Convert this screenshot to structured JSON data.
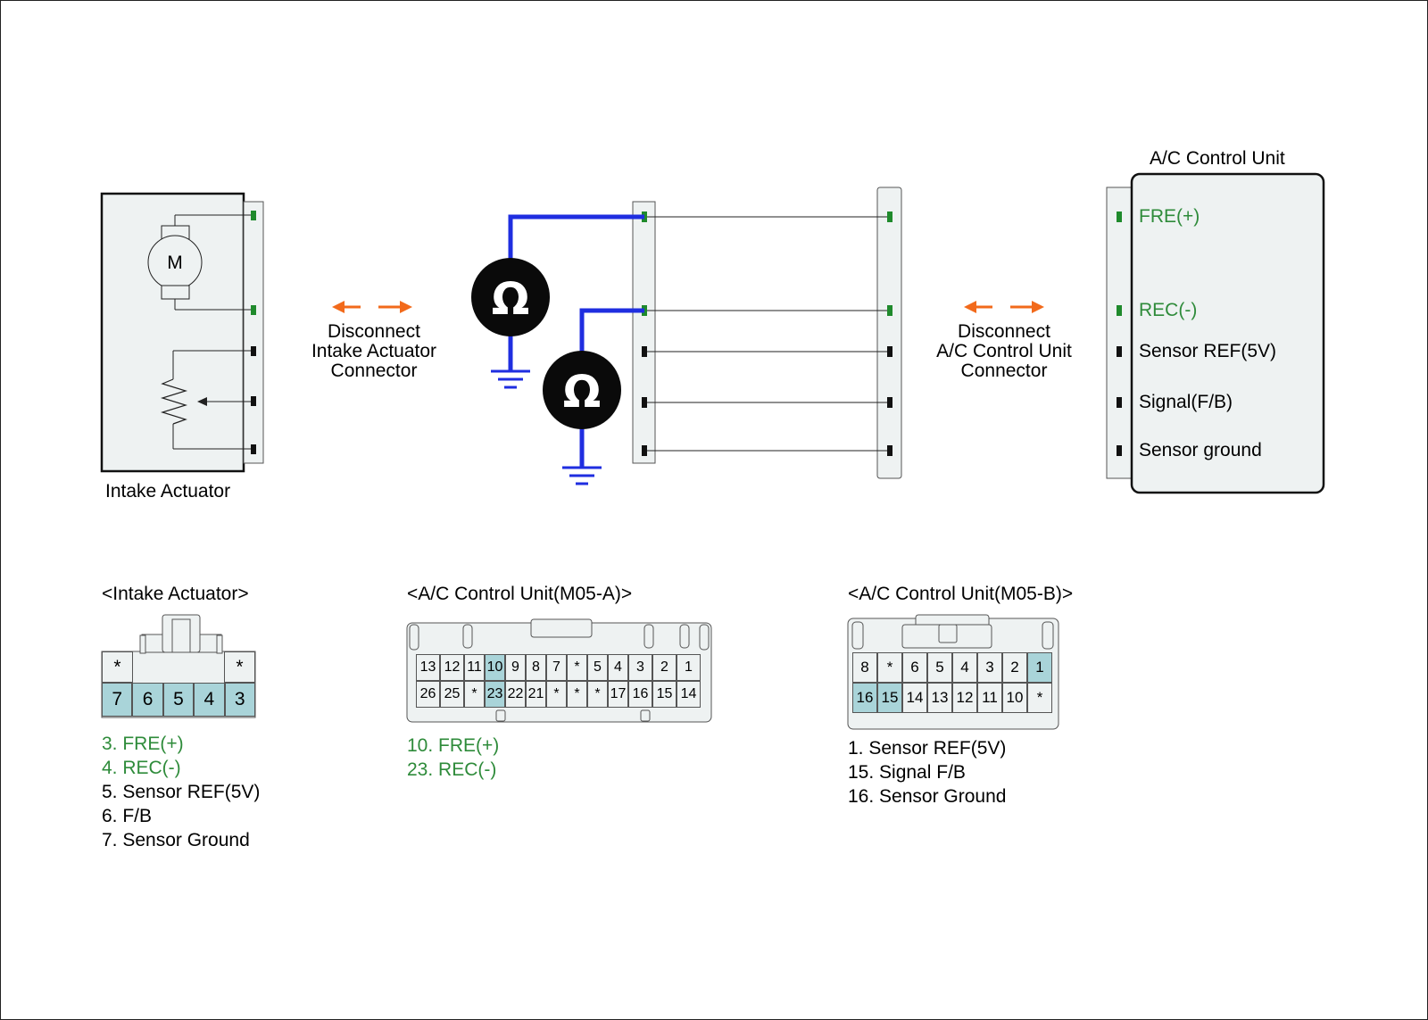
{
  "colors": {
    "highlight_green": "#2e8b3a",
    "wire_blue": "#1f2ee0",
    "arrow_orange": "#f26a1b",
    "pin_highlight": "#a9d4d9",
    "connector_fill": "#eef2f2"
  },
  "icons": {
    "motor": "M",
    "ohmmeter": "Ω"
  },
  "actuator": {
    "caption": "Intake Actuator"
  },
  "disconnect_left": {
    "line1": "Disconnect",
    "line2": "Intake Actuator",
    "line3": "Connector"
  },
  "disconnect_right": {
    "line1": "Disconnect",
    "line2": "A/C Control Unit",
    "line3": "Connector"
  },
  "control_unit": {
    "title": "A/C Control Unit",
    "pins": [
      "FRE(+)",
      "REC(-)",
      "Sensor REF(5V)",
      "Signal(F/B)",
      "Sensor ground"
    ]
  },
  "connector_intake": {
    "title": "<Intake Actuator>",
    "top_row": [
      "*",
      "*"
    ],
    "bottom_row": [
      "7",
      "6",
      "5",
      "4",
      "3"
    ],
    "legend": [
      "3. FRE(+)",
      "4. REC(-)",
      "5. Sensor REF(5V)",
      "6. F/B",
      "7. Sensor Ground"
    ]
  },
  "connector_m05a": {
    "title": "<A/C Control Unit(M05-A)>",
    "top_row": [
      "13",
      "12",
      "11",
      "10",
      "9",
      "8",
      "7",
      "*",
      "5",
      "4",
      "3",
      "2",
      "1"
    ],
    "bottom_row": [
      "26",
      "25",
      "*",
      "23",
      "22",
      "21",
      "*",
      "*",
      "*",
      "17",
      "16",
      "15",
      "14"
    ],
    "legend": [
      "10. FRE(+)",
      "23. REC(-)"
    ]
  },
  "connector_m05b": {
    "title": "<A/C Control Unit(M05-B)>",
    "top_row": [
      "8",
      "*",
      "6",
      "5",
      "4",
      "3",
      "2",
      "1"
    ],
    "bottom_row": [
      "16",
      "15",
      "14",
      "13",
      "12",
      "11",
      "10",
      "*"
    ],
    "legend": [
      "1. Sensor REF(5V)",
      "15. Signal F/B",
      "16. Sensor Ground"
    ]
  }
}
